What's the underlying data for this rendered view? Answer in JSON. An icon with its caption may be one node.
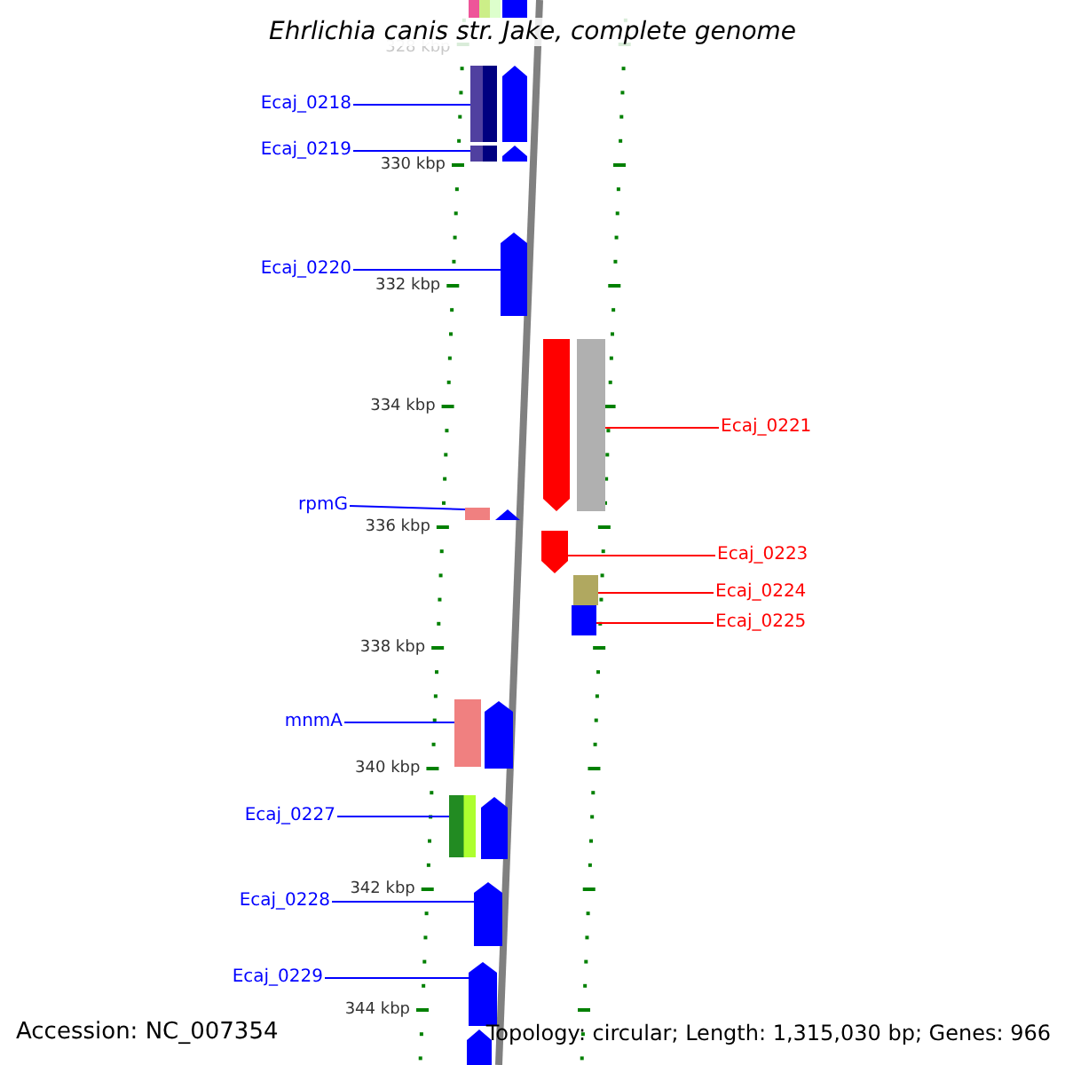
{
  "diagram": {
    "title": "Ehrlichia canis str. Jake, complete genome",
    "nodes": [
      {
        "text": [
          "Ecaj_0218"
        ]
      },
      {
        "text": [],
        "shape": "bar"
      },
      {
        "text": [
          "Ecaj_0219"
        ]
      },
      {
        "text": [],
        "shape": "bar"
      },
      {
        "text": [
          "Ecaj_0220"
        ]
      },
      {
        "text": [],
        "shape": "bar"
      },
      {
        "text": [
          "Ecaj_0221"
        ]
      },
      {
        "text": [],
        "shape": "bar"
      },
      {
        "text": [
          "rpmG"
        ]
      },
      {
        "text": [],
        "shape": "bar"
      },
      {
        "text": [
          "Ecaj_0223"
        ]
      },
      {
        "text": [],
        "shape": "bar"
      },
      {
        "text": [
          "Ecaj_0224"
        ]
      },
      {
        "text": [],
        "shape": "bar"
      },
      {
        "text": [
          "Ecaj_0225"
        ]
      },
      {
        "text": [],
        "shape": "bar"
      },
      {
        "text": [
          "mnmA"
        ]
      },
      {
        "text": [],
        "shape": "bar"
      },
      {
        "text": [
          "Ecaj_0227"
        ]
      },
      {
        "text": [],
        "shape": "bar"
      },
      {
        "text": [
          "Ecaj_0228"
        ]
      },
      {
        "text": [],
        "shape": "bar"
      },
      {
        "text": [
          "Ecaj_0229"
        ]
      },
      {
        "text": [],
        "shape": "bar"
      },
      {
        "text": [],
        "shape": "bar"
      },
      {
        "text": [],
        "shape": "bar"
      },
      {
        "text": [],
        "shape": "bar"
      },
      {
        "text": [],
        "shape": "bar"
      },
      {
        "text": [],
        "shape": "bar"
      },
      {
        "text": [],
        "shape": "bar"
      },
      {
        "text": [],
        "shape": "bar"
      },
      {
        "text": [],
        "shape": "bar"
      },
      {
        "text": [],
        "shape": "bar"
      }
    ],
    "edges": [
      {
        "from": 0,
        "to": 1,
        "arrow": "none"
      },
      {
        "from": 2,
        "to": 3,
        "arrow": "none"
      },
      {
        "from": 4,
        "to": 5,
        "arrow": "none"
      },
      {
        "from": 6,
        "to": 7,
        "arrow": "none",
        "color": "#ff0000"
      },
      {
        "from": 8,
        "to": 9,
        "arrow": "none"
      },
      {
        "from": 10,
        "to": 11,
        "arrow": "none",
        "color": "#ff0000"
      },
      {
        "from": 12,
        "to": 13,
        "arrow": "none",
        "color": "#ff0000"
      },
      {
        "from": 14,
        "to": 15,
        "arrow": "none",
        "color": "#ff0000"
      },
      {
        "from": 16,
        "to": 17,
        "arrow": "none"
      },
      {
        "from": 18,
        "to": 19,
        "arrow": "none"
      },
      {
        "from": 20,
        "to": 21,
        "arrow": "none"
      },
      {
        "from": 22,
        "to": 23,
        "arrow": "none"
      }
    ],
    "labels": [
      "328 kbp",
      "330 kbp",
      "332 kbp",
      "334 kbp",
      "336 kbp",
      "338 kbp",
      "340 kbp",
      "342 kbp",
      "344 kbp",
      "Accession: NC_007354",
      "Topology: circular; Length: 1,315,030 bp; Genes: 966"
    ]
  }
}
